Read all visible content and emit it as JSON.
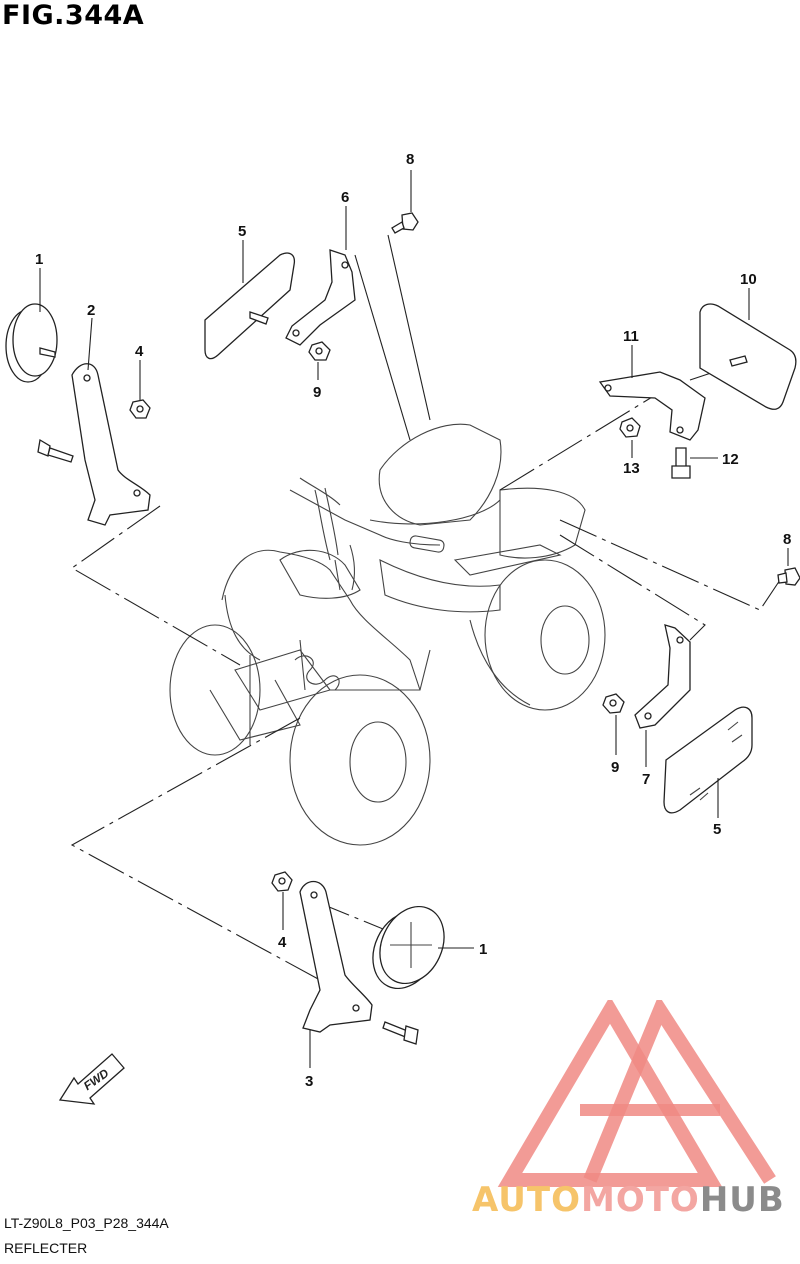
{
  "figure": {
    "title": "FIG.344A"
  },
  "callouts": {
    "c1_top": "1",
    "c2": "2",
    "c4_top": "4",
    "c5_top": "5",
    "c6": "6",
    "c8_top": "8",
    "c9_top": "9",
    "c10": "10",
    "c11": "11",
    "c12": "12",
    "c13": "13",
    "c8_right": "8",
    "c9_right": "9",
    "c7": "7",
    "c5_right": "5",
    "c4_bottom": "4",
    "c1_bottom": "1",
    "c3": "3"
  },
  "fwd_label": "FWD",
  "watermark": {
    "part1": "AUTO",
    "part2": "MOTO",
    "part3": "HUB"
  },
  "footer": {
    "code": "LT-Z90L8_P03_P28_344A",
    "name": "REFLECTER"
  },
  "colors": {
    "logo_red": "#f08a84",
    "logo_orange": "#f6c46a",
    "logo_grey": "#8b8b8b"
  }
}
